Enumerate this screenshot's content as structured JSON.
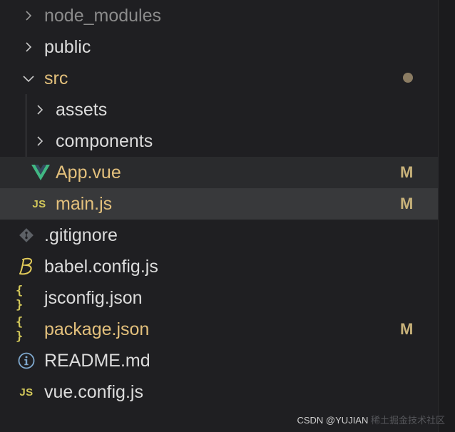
{
  "explorer": {
    "items": [
      {
        "label": "node_modules",
        "type": "folder",
        "expanded": false,
        "icon": "chevron-right-icon",
        "state": "ignored"
      },
      {
        "label": "public",
        "type": "folder",
        "expanded": false,
        "icon": "chevron-right-icon"
      },
      {
        "label": "src",
        "type": "folder",
        "expanded": true,
        "icon": "chevron-down-icon",
        "badge": "modified-dot"
      },
      {
        "label": "assets",
        "type": "folder",
        "expanded": false,
        "icon": "chevron-right-icon"
      },
      {
        "label": "components",
        "type": "folder",
        "expanded": false,
        "icon": "chevron-right-icon"
      },
      {
        "label": "App.vue",
        "type": "file",
        "icon": "vue-icon",
        "status": "M"
      },
      {
        "label": "main.js",
        "type": "file",
        "icon": "javascript-icon",
        "icon_text": "JS",
        "status": "M",
        "selected": true
      },
      {
        "label": ".gitignore",
        "type": "file",
        "icon": "git-icon"
      },
      {
        "label": "babel.config.js",
        "type": "file",
        "icon": "babel-icon"
      },
      {
        "label": "jsconfig.json",
        "type": "file",
        "icon": "json-icon",
        "icon_text": "{ }"
      },
      {
        "label": "package.json",
        "type": "file",
        "icon": "json-icon",
        "icon_text": "{ }",
        "status": "M"
      },
      {
        "label": "README.md",
        "type": "file",
        "icon": "info-icon"
      },
      {
        "label": "vue.config.js",
        "type": "file",
        "icon": "javascript-icon",
        "icon_text": "JS"
      }
    ]
  },
  "watermark": {
    "text": "CSDN @YUJIAN",
    "faint_text": "稀土掘金技术社区"
  },
  "colors": {
    "background": "#1f1f22",
    "modified": "#e3c07c",
    "status_letter": "#c8b27a",
    "js_yellow": "#d3c85a",
    "vue_green": "#41b883",
    "selected_row": "#38393b"
  }
}
